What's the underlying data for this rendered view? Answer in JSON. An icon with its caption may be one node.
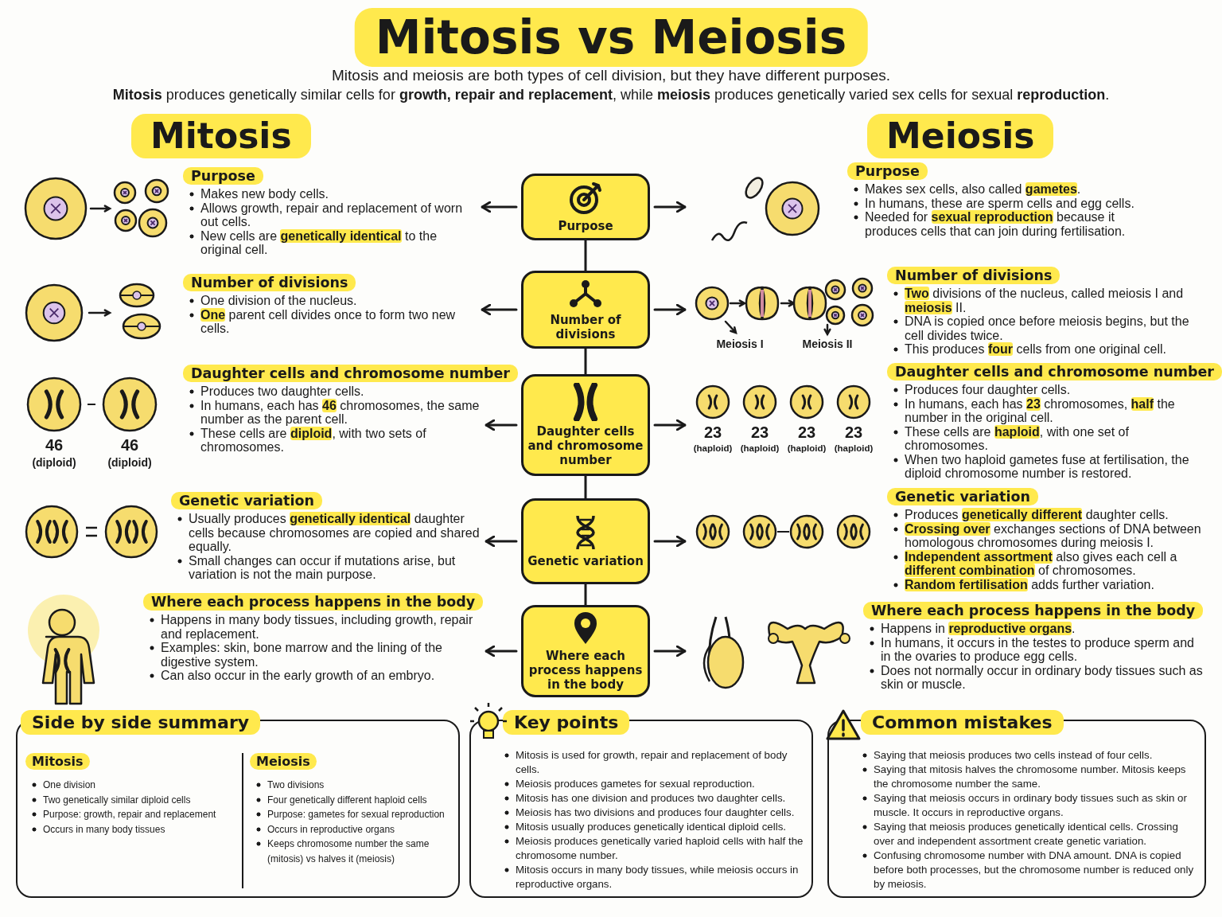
{
  "diagram": {
    "title": "Mitosis vs Meiosis",
    "nodes": [
      {
        "text": [
          "Purpose"
        ]
      },
      {
        "text": [
          "Number of divisions"
        ]
      },
      {
        "text": [
          "Daughter cells and chromosome number"
        ]
      },
      {
        "text": [
          "Genetic variation"
        ]
      },
      {
        "text": [
          "Where each process happens in the body"
        ]
      },
      {
        "text": [
          "Purpose",
          "Makes new body cells.",
          "Allows growth, repair and replacement of worn out cells.",
          "New cells are **genetically identical** to the original cell."
        ]
      },
      {
        "text": [
          "Purpose",
          "Makes sex cells, also called **gametes**.",
          "In humans, these are sperm cells and egg cells.",
          "Needed for **sexual reproduction** because it produces cells that can join during fertilisation."
        ]
      },
      {
        "text": [
          "Number of divisions",
          "One division of the nucleus.",
          "**One** parent cell divides once to form two new cells."
        ]
      },
      {
        "text": [
          "Number of divisions",
          "**Two** divisions of the nucleus, called meiosis I and **meiosis** II.",
          "DNA is copied once before meiosis begins, but the cell divides twice.",
          "This produces **four** cells from one original cell."
        ]
      },
      {
        "text": [
          "Daughter cells and chromosome number",
          "Produces two daughter cells.",
          "In humans, each has **46** chromosomes, the same number as the parent cell.",
          "These cells are **diploid**, with two sets of chromosomes."
        ]
      },
      {
        "text": [
          "Daughter cells and chromosome number",
          "Produces four daughter cells.",
          "In humans, each has **23** chromosomes, **half** the number in the original cell.",
          "These cells are **haploid**, with one set of chromosomes.",
          "When two haploid gametes fuse at fertilisation, the diploid chromosome number is restored."
        ]
      },
      {
        "text": [
          "Genetic variation",
          "Usually produces **genetically identical** daughter cells because chromosomes are copied and shared equally.",
          "Small changes can occur if mutations arise, but variation is not the main purpose."
        ]
      },
      {
        "text": [
          "Genetic variation",
          "Produces **genetically different** daughter cells.",
          "**Crossing over** exchanges sections of DNA between homologous chromosomes during meiosis I.",
          "**Independent assortment** also gives each cell a **different combination** of chromosomes.",
          "**Random fertilisation** adds further variation."
        ]
      },
      {
        "text": [
          "Where each process happens in the body",
          "Happens in many body tissues, including growth, repair and replacement.",
          "Examples: skin, bone marrow and the lining of the digestive system.",
          "Can also occur in the early growth of an embryo."
        ]
      },
      {
        "text": [
          "Where each process happens in the body",
          "Happens in **reproductive organs**.",
          "In humans, it occurs in the testes to produce sperm and in the ovaries to produce egg cells.",
          "Does not normally occur in ordinary body tissues such as skin or muscle."
        ]
      },
      {
        "text": [
          "Side by side summary"
        ]
      },
      {
        "text": [
          "Mitosis",
          "One division",
          "Two genetically similar diploid cells",
          "Purpose: growth, repair and replacement",
          "Occurs in many body tissues"
        ],
        "in": 15
      },
      {
        "text": [
          "Meiosis",
          "Two divisions",
          "Four genetically different haploid cells",
          "Purpose: gametes for sexual reproduction",
          "Occurs in reproductive organs",
          "Keeps chromosome number the same (mitosis) vs halves it (meiosis)"
        ],
        "in": 15
      },
      {
        "text": [
          "Key points",
          "Mitosis is used for growth, repair and replacement of body cells.",
          "Meiosis produces gametes for sexual reproduction.",
          "Mitosis has one division and produces two daughter cells.",
          "Meiosis has two divisions and produces four daughter cells.",
          "Mitosis usually produces genetically identical diploid cells.",
          "Meiosis produces genetically varied haploid cells with half the chromosome number.",
          "Mitosis occurs in many body tissues, while meiosis occurs in reproductive organs."
        ]
      },
      {
        "text": [
          "Common mistakes",
          "Saying that meiosis produces two cells instead of four cells.",
          "Saying that mitosis halves the chromosome number. Mitosis keeps the chromosome number the same.",
          "Saying that meiosis occurs in ordinary body tissues such as skin or muscle. It occurs in reproductive organs.",
          "Saying that meiosis produces genetically identical cells. Crossing over and independent assortment create genetic variation.",
          "Confusing chromosome number with DNA amount. DNA is copied before both processes, but the chromosome number is reduced only by meiosis."
        ]
      }
    ],
    "edges": [
      {
        "from": 0,
        "to": 1,
        "arrow": "none"
      },
      {
        "from": 1,
        "to": 2,
        "arrow": "none"
      },
      {
        "from": 2,
        "to": 3,
        "arrow": "none"
      },
      {
        "from": 3,
        "to": 4,
        "arrow": "none"
      },
      {
        "from": 0,
        "to": 5,
        "arrow": "to"
      },
      {
        "from": 0,
        "to": 6,
        "arrow": "to"
      },
      {
        "from": 1,
        "to": 7,
        "arrow": "to"
      },
      {
        "from": 1,
        "to": 8,
        "arrow": "to"
      },
      {
        "from": 2,
        "to": 9,
        "arrow": "to"
      },
      {
        "from": 2,
        "to": 10,
        "arrow": "to"
      },
      {
        "from": 3,
        "to": 11,
        "arrow": "to"
      },
      {
        "from": 3,
        "to": 12,
        "arrow": "to"
      },
      {
        "from": 4,
        "to": 13,
        "arrow": "to"
      },
      {
        "from": 4,
        "to": 14,
        "arrow": "to"
      }
    ],
    "labels": [
      "Mitosis and meiosis are both types of cell division, but they have different purposes.",
      "**Mitosis** produces genetically similar cells for **growth, repair and replacement**, while **meiosis** produces genetically varied sex cells for sexual **reproduction**.",
      "Mitosis",
      "Meiosis",
      "Meiosis I",
      "Meiosis II",
      "46",
      "(diploid)",
      "46",
      "(diploid)",
      "23",
      "(haploid)",
      "23",
      "(haploid)",
      "23",
      "(haploid)",
      "23",
      "(haploid)"
    ]
  }
}
